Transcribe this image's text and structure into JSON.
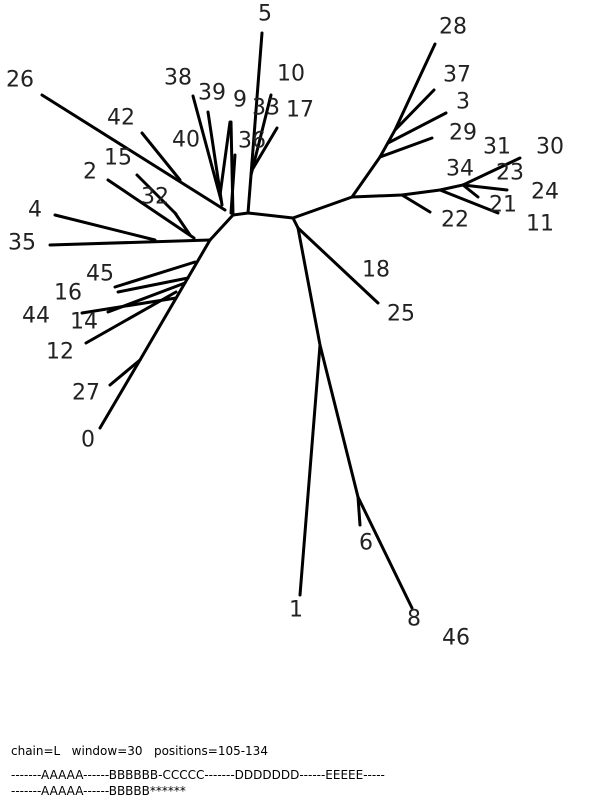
{
  "tree": {
    "labels": [
      "5",
      "28",
      "26",
      "38",
      "10",
      "37",
      "39",
      "9",
      "33",
      "3",
      "42",
      "17",
      "40",
      "36",
      "29",
      "31",
      "30",
      "15",
      "2",
      "34",
      "23",
      "24",
      "32",
      "21",
      "4",
      "22",
      "11",
      "35",
      "18",
      "45",
      "16",
      "44",
      "14",
      "25",
      "12",
      "27",
      "0",
      "6",
      "1",
      "8",
      "46"
    ]
  },
  "footer": {
    "params": "chain=L   window=30   positions=105-134",
    "line1": "-------AAAAA------BBBBBB-CCCCC-------DDDDDDD------EEEEE-----",
    "line2": "-------AAAAA------BBBBB******"
  }
}
